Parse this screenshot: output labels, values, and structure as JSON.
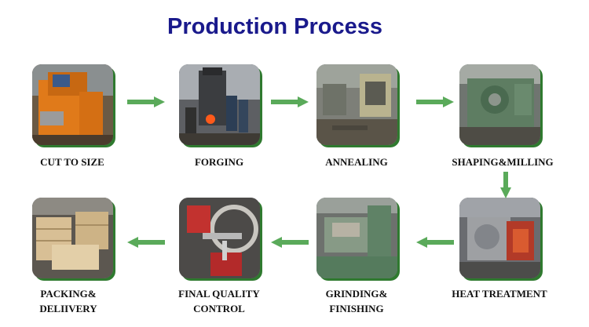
{
  "title": "Production Process",
  "accent": "#1a1a8c",
  "arrow_color": "#5aaa5a",
  "steps": [
    {
      "id": "cut",
      "label_lines": [
        "CUT TO SIZE"
      ],
      "image": "machine-cutting"
    },
    {
      "id": "forging",
      "label_lines": [
        "FORGING"
      ],
      "image": "forging-press"
    },
    {
      "id": "annealing",
      "label_lines": [
        "ANNEALING"
      ],
      "image": "annealing-furnace"
    },
    {
      "id": "shaping",
      "label_lines": [
        "SHAPING&MILLING"
      ],
      "image": "milling-machine"
    },
    {
      "id": "heat",
      "label_lines": [
        "HEAT TREATMENT"
      ],
      "image": "heat-treatment-furnace"
    },
    {
      "id": "grinding",
      "label_lines": [
        "GRINDING&",
        "FINISHING"
      ],
      "image": "grinding-machine"
    },
    {
      "id": "quality",
      "label_lines": [
        "FINAL QUALITY",
        "CONTROL"
      ],
      "image": "caliper-inspection"
    },
    {
      "id": "packing",
      "label_lines": [
        "PACKING&",
        "DELIIVERY"
      ],
      "image": "wood-crates"
    }
  ]
}
